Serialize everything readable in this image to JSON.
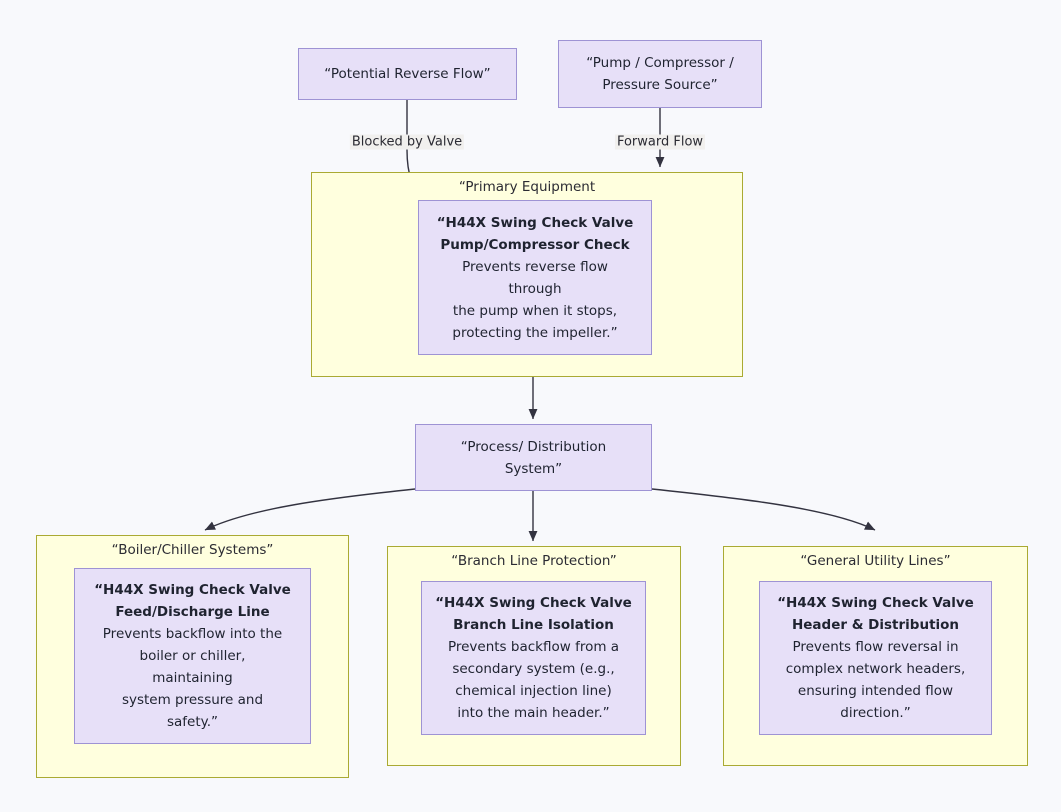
{
  "diagram": {
    "type": "flowchart",
    "background_color": "#f8f9fc",
    "cluster_fill": "#ffffde",
    "cluster_border": "#aaaa33",
    "node_fill": "#e7e0f8",
    "node_border": "#9e93d4",
    "edge_color": "#333340"
  },
  "nodes": {
    "potential_reverse_flow": {
      "label": "“Potential Reverse Flow”"
    },
    "pump_source": {
      "line1": "“Pump / Compressor /",
      "line2": "Pressure Source”"
    },
    "process_distribution": {
      "line1": "“Process/ Distribution",
      "line2": "System”"
    },
    "pump_check": {
      "line1": "“H44X Swing Check Valve",
      "line2": "Pump/Compressor Check",
      "line3": "Prevents reverse flow",
      "line4": "through",
      "line5": "the pump when it stops,",
      "line6": "protecting the impeller.”"
    },
    "boiler_check": {
      "line1": "“H44X Swing Check Valve",
      "line2": "Feed/Discharge Line",
      "line3": "Prevents backflow into the",
      "line4": "boiler or chiller,",
      "line5": "maintaining",
      "line6": "system pressure and",
      "line7": "safety.”"
    },
    "branch_check": {
      "line1": "“H44X Swing Check Valve",
      "line2": "Branch Line Isolation",
      "line3": "Prevents backflow from a",
      "line4": "secondary system (e.g.,",
      "line5": "chemical injection line)",
      "line6": "into the main header.”"
    },
    "utility_check": {
      "line1": "“H44X Swing Check Valve",
      "line2": "Header & Distribution",
      "line3": "Prevents flow reversal in",
      "line4": "complex network headers,",
      "line5": "ensuring intended flow",
      "line6": "direction.”"
    }
  },
  "clusters": {
    "primary_equipment": {
      "label": "“Primary Equipment"
    },
    "boiler_chiller": {
      "label": "“Boiler/Chiller Systems”"
    },
    "branch_line": {
      "label": "“Branch Line Protection”"
    },
    "general_utility": {
      "label": "“General Utility Lines”"
    }
  },
  "edges": [
    {
      "id": "blocked",
      "label": "Blocked by Valve",
      "from": "potential_reverse_flow",
      "to": "pump_check"
    },
    {
      "id": "forward",
      "label": "Forward Flow",
      "from": "pump_source",
      "to": "primary_equipment"
    },
    {
      "id": "e3",
      "label": "",
      "from": "primary_equipment",
      "to": "process_distribution"
    },
    {
      "id": "e4",
      "label": "",
      "from": "process_distribution",
      "to": "boiler_chiller"
    },
    {
      "id": "e5",
      "label": "",
      "from": "process_distribution",
      "to": "branch_line"
    },
    {
      "id": "e6",
      "label": "",
      "from": "process_distribution",
      "to": "general_utility"
    }
  ]
}
